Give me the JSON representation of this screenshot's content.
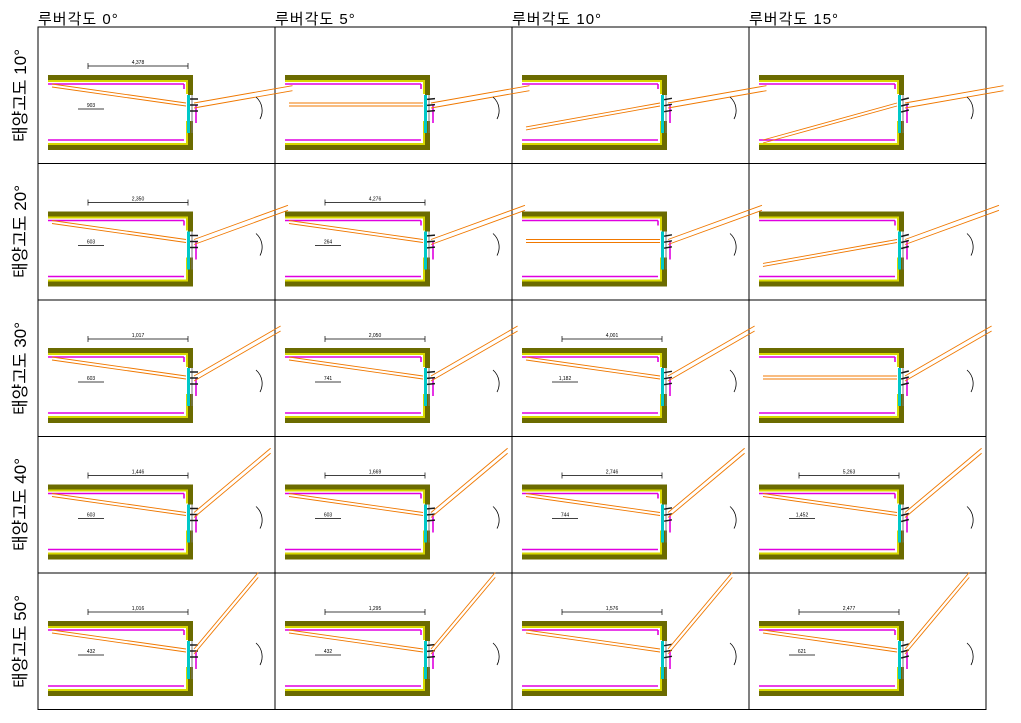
{
  "column_headers": [
    "루버각도 0°",
    "루버각도 5°",
    "루버각도 10°",
    "루버각도 15°"
  ],
  "row_headers": [
    "태양고도 10°",
    "태양고도 20°",
    "태양고도 30°",
    "태양고도 40°",
    "태양고도 50°"
  ],
  "colors": {
    "wall_olive": "#6b6b00",
    "wall_yellow": "#d8d800",
    "ceiling_magenta": "#e000e0",
    "sun_ray": "#f07800",
    "glass_cyan": "#00c8c8",
    "louver_dark": "#1a1a1a"
  },
  "cells": [
    [
      {
        "sun_altitude": 10,
        "louver_angle": 0,
        "penetration_label": "4,378",
        "sub_label": "903"
      },
      {
        "sun_altitude": 10,
        "louver_angle": 5,
        "penetration_label": "",
        "sub_label": ""
      },
      {
        "sun_altitude": 10,
        "louver_angle": 10,
        "penetration_label": "",
        "sub_label": ""
      },
      {
        "sun_altitude": 10,
        "louver_angle": 15,
        "penetration_label": "",
        "sub_label": ""
      }
    ],
    [
      {
        "sun_altitude": 20,
        "louver_angle": 0,
        "penetration_label": "2,350",
        "sub_label": "603"
      },
      {
        "sun_altitude": 20,
        "louver_angle": 5,
        "penetration_label": "4,276",
        "sub_label": "264"
      },
      {
        "sun_altitude": 20,
        "louver_angle": 10,
        "penetration_label": "",
        "sub_label": ""
      },
      {
        "sun_altitude": 20,
        "louver_angle": 15,
        "penetration_label": "",
        "sub_label": ""
      }
    ],
    [
      {
        "sun_altitude": 30,
        "louver_angle": 0,
        "penetration_label": "1,017",
        "sub_label": "603"
      },
      {
        "sun_altitude": 30,
        "louver_angle": 5,
        "penetration_label": "2,050",
        "sub_label": "741"
      },
      {
        "sun_altitude": 30,
        "louver_angle": 10,
        "penetration_label": "4,001",
        "sub_label": "1,182"
      },
      {
        "sun_altitude": 30,
        "louver_angle": 15,
        "penetration_label": "",
        "sub_label": ""
      }
    ],
    [
      {
        "sun_altitude": 40,
        "louver_angle": 0,
        "penetration_label": "1,446",
        "sub_label": "603"
      },
      {
        "sun_altitude": 40,
        "louver_angle": 5,
        "penetration_label": "1,669",
        "sub_label": "603"
      },
      {
        "sun_altitude": 40,
        "louver_angle": 10,
        "penetration_label": "2,746",
        "sub_label": "744"
      },
      {
        "sun_altitude": 40,
        "louver_angle": 15,
        "penetration_label": "5,263",
        "sub_label": "1,452"
      }
    ],
    [
      {
        "sun_altitude": 50,
        "louver_angle": 0,
        "penetration_label": "1,016",
        "sub_label": "432"
      },
      {
        "sun_altitude": 50,
        "louver_angle": 5,
        "penetration_label": "1,295",
        "sub_label": "432"
      },
      {
        "sun_altitude": 50,
        "louver_angle": 10,
        "penetration_label": "1,576",
        "sub_label": ""
      },
      {
        "sun_altitude": 50,
        "louver_angle": 15,
        "penetration_label": "2,477",
        "sub_label": "621"
      }
    ]
  ]
}
